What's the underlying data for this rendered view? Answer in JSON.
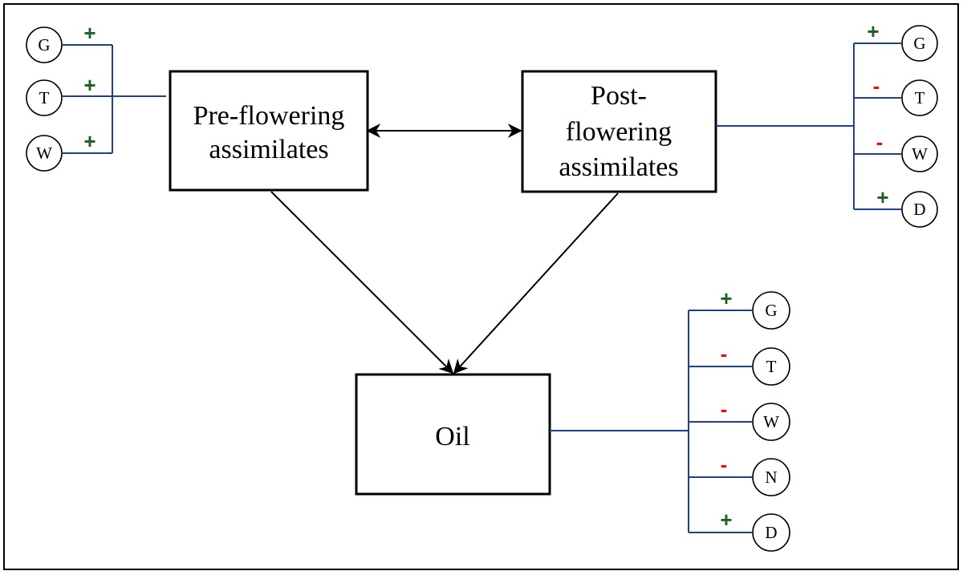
{
  "colors": {
    "positive": "#1f5f1f",
    "negative": "#e01010",
    "connector": "#1f3f8f",
    "arrow": "#000000",
    "box_border": "#000000",
    "frame_border": "#000000"
  },
  "boxes": {
    "pre_flowering": {
      "lines": [
        "Pre-flowering",
        "assimilates"
      ]
    },
    "post_flowering": {
      "lines": [
        "Post-",
        "flowering",
        "assimilates"
      ]
    },
    "oil": {
      "lines": [
        "Oil"
      ]
    }
  },
  "factor_groups": {
    "pre_flowering": [
      {
        "label": "G",
        "sign": "+"
      },
      {
        "label": "T",
        "sign": "+"
      },
      {
        "label": "W",
        "sign": "+"
      }
    ],
    "post_flowering": [
      {
        "label": "G",
        "sign": "+"
      },
      {
        "label": "T",
        "sign": "-"
      },
      {
        "label": "W",
        "sign": "-"
      },
      {
        "label": "D",
        "sign": "+"
      }
    ],
    "oil": [
      {
        "label": "G",
        "sign": "+"
      },
      {
        "label": "T",
        "sign": "-"
      },
      {
        "label": "W",
        "sign": "-"
      },
      {
        "label": "N",
        "sign": "-"
      },
      {
        "label": "D",
        "sign": "+"
      }
    ]
  }
}
